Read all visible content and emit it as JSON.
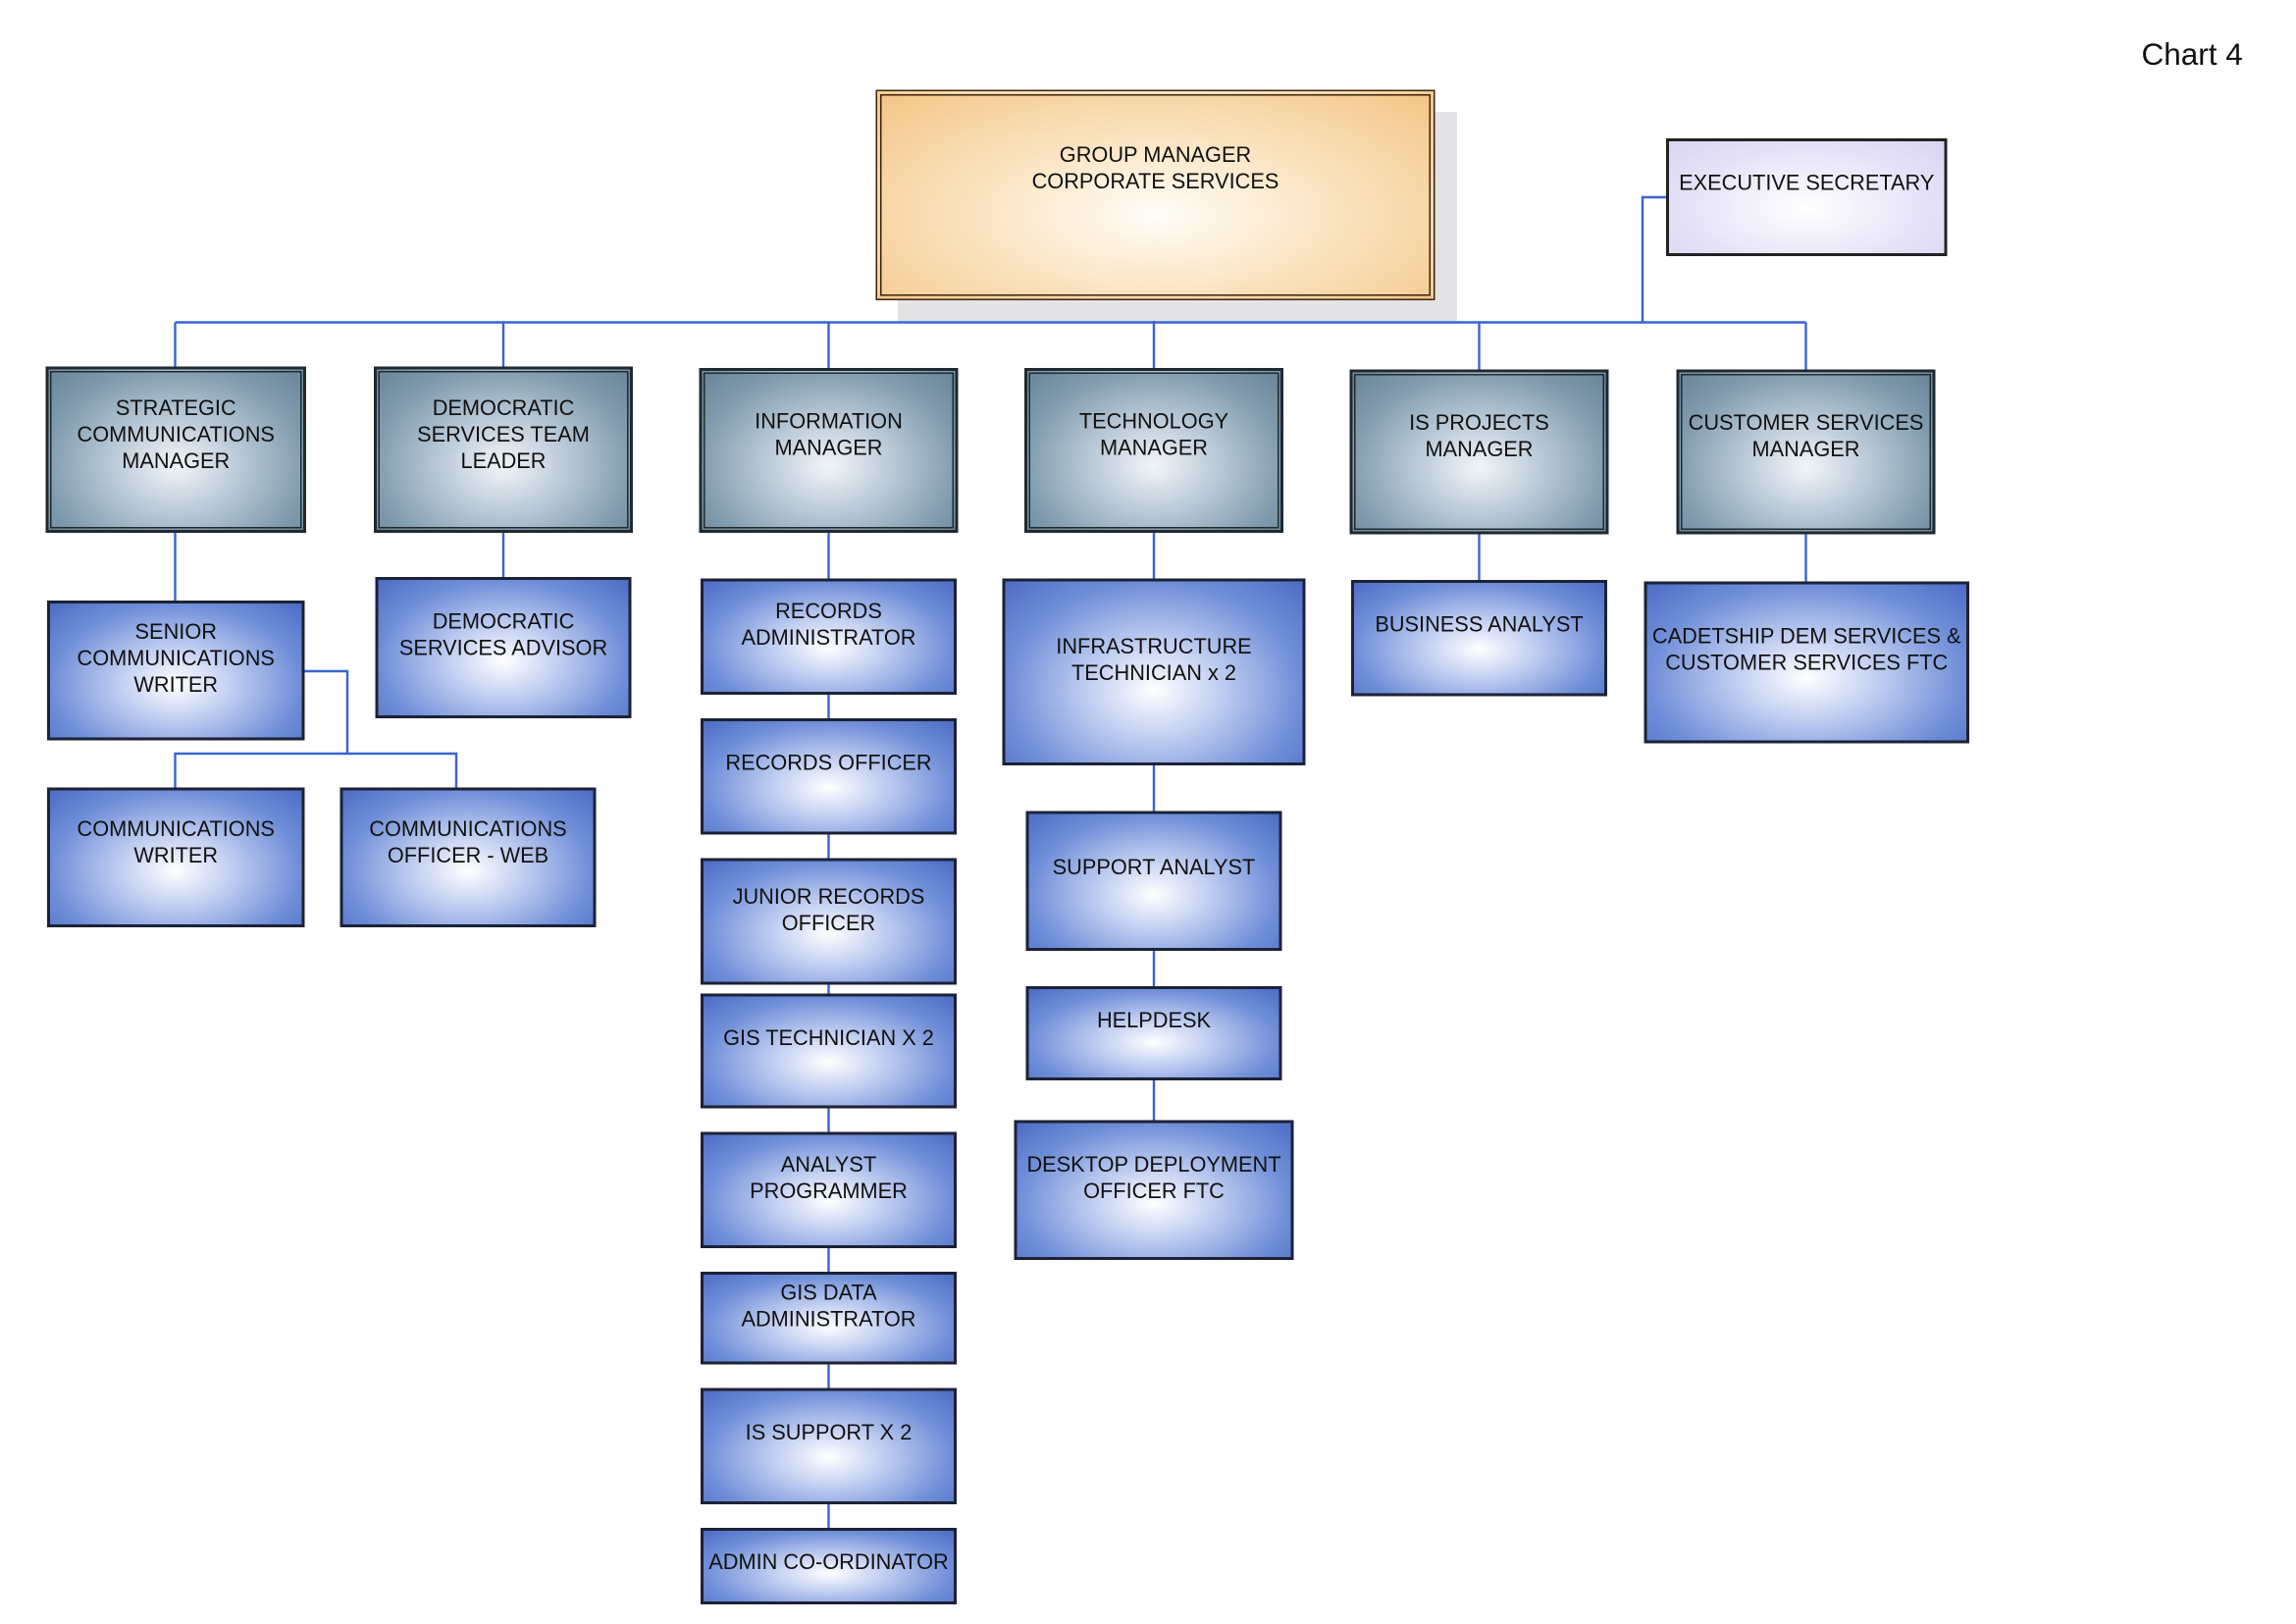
{
  "chart_label": "Chart 4",
  "top": "GROUP MANAGER\nCORPORATE SERVICES",
  "executive": "EXECUTIVE SECRETARY",
  "managers": [
    "STRATEGIC\nCOMMUNICATIONS\nMANAGER",
    "DEMOCRATIC\nSERVICES TEAM\nLEADER",
    "INFORMATION\nMANAGER",
    "TECHNOLOGY\nMANAGER",
    "IS PROJECTS\nMANAGER",
    "CUSTOMER SERVICES\nMANAGER"
  ],
  "communications": [
    "SENIOR\nCOMMUNICATIONS\nWRITER",
    "COMMUNICATIONS\nWRITER",
    "COMMUNICATIONS\nOFFICER - WEB"
  ],
  "democratic": [
    "DEMOCRATIC\nSERVICES ADVISOR"
  ],
  "information": [
    "RECORDS\nADMINISTRATOR",
    "RECORDS OFFICER",
    "JUNIOR RECORDS\nOFFICER",
    "GIS TECHNICIAN X 2",
    "ANALYST\nPROGRAMMER",
    "GIS DATA\nADMINISTRATOR",
    "IS SUPPORT X 2",
    "ADMIN CO-ORDINATOR"
  ],
  "technology": [
    "INFRASTRUCTURE\nTECHNICIAN x 2",
    "SUPPORT ANALYST",
    "HELPDESK",
    "DESKTOP DEPLOYMENT\nOFFICER FTC"
  ],
  "is_projects": [
    "BUSINESS ANALYST"
  ],
  "customer": [
    "CADETSHIP DEM SERVICES &\nCUSTOMER SERVICES FTC"
  ]
}
